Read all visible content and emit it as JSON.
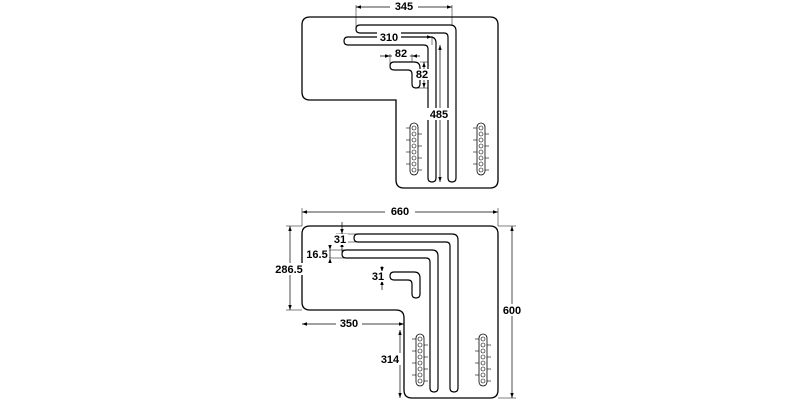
{
  "top_drawing": {
    "dimensions": {
      "d345": "345",
      "d310": "310",
      "d82_horizontal": "82",
      "d82_vertical": "82",
      "d485": "485"
    }
  },
  "bottom_drawing": {
    "dimensions": {
      "d660": "660",
      "d31_upper": "31",
      "d16_5": "16.5",
      "d286_5": "286.5",
      "d31_lower": "31",
      "d350": "350",
      "d314": "314",
      "d600": "600"
    }
  }
}
